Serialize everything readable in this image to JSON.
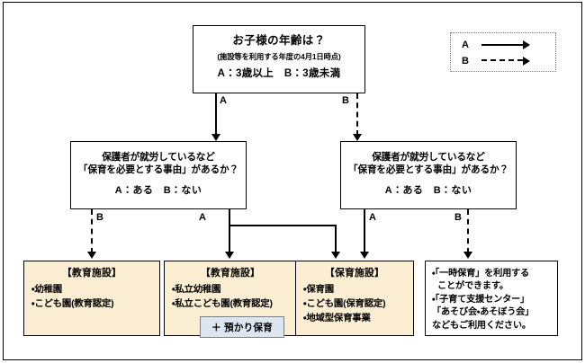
{
  "legend": {
    "name": "arrow-legend",
    "rows": [
      {
        "label": "A",
        "style": "solid-arrow"
      },
      {
        "label": "B",
        "style": "dashed-arrow"
      }
    ]
  },
  "nodes": {
    "q_age": {
      "title": "お子様の年齢は？",
      "note": "(施設等を利用する年度の4月1日時点)",
      "choices": "A：3歳以上　B：3歳未満"
    },
    "q_need_left": {
      "line1": "保護者が就労しているなど",
      "line2": "「保育を必要とする事由」があるか？",
      "choices": "A：ある　B：ない"
    },
    "q_need_right": {
      "line1": "保護者が就労しているなど",
      "line2": "「保育を必要とする事由」があるか？",
      "choices": "A：ある　B：ない"
    },
    "res_edu1": {
      "title": "【教育施設】",
      "items": [
        "・幼稚園",
        "・こども園(教育認定)"
      ]
    },
    "res_edu2": {
      "title": "【教育施設】",
      "items": [
        "・私立幼稚園",
        "・私立こども園(教育認定)"
      ],
      "addon": "＋ 預かり保育"
    },
    "res_care": {
      "title": "【保育施設】",
      "items": [
        "・保育園",
        "・こども園(保育認定)",
        "・地域型保育事業"
      ]
    },
    "res_none": {
      "items": [
        "・「一時保育」を利用する",
        "ことができます。",
        "・「子育て支援センター」",
        "「あそび会・あそぼう会」",
        "などもご利用ください。"
      ]
    }
  },
  "edges": {
    "age_to_left": "A",
    "age_to_right": "B",
    "left_b": "B",
    "left_a": "A",
    "right_a": "A",
    "right_b": "B"
  },
  "colors": {
    "beige_fill": "#fbeed2",
    "addon_fill": "#dce6f1",
    "line": "#000000",
    "frame": "#000000"
  }
}
